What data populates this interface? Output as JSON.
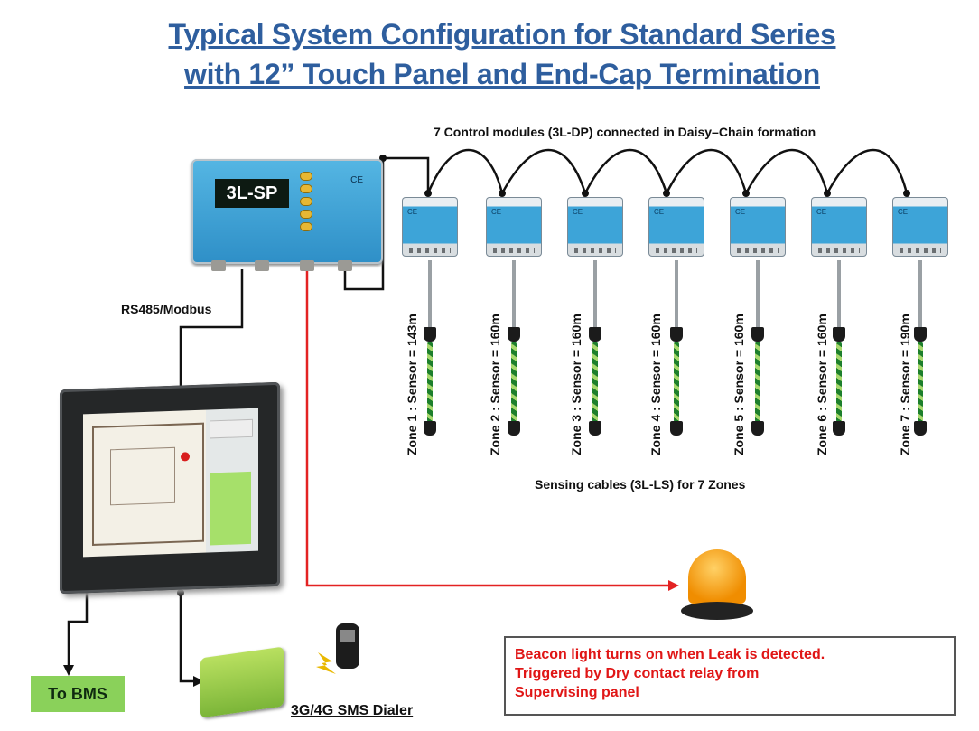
{
  "header": {
    "title_line1": "Typical System Configuration for Standard Series",
    "title_line2": "with 12” Touch Panel and End-Cap Termination"
  },
  "labels": {
    "control_modules": "7 Control modules (3L-DP) connected in Daisy–Chain formation",
    "rs485": "RS485/Modbus",
    "sensing_cables": "Sensing cables (3L-LS)  for 7 Zones",
    "supervising_panel_screen": "3L-SP",
    "to_bms": "To BMS",
    "sms_dialer": "3G/4G SMS Dialer"
  },
  "zones": [
    {
      "label": "Zone  1 : Sensor = 143m"
    },
    {
      "label": "Zone  2 : Sensor = 160m"
    },
    {
      "label": "Zone  3 : Sensor = 160m"
    },
    {
      "label": "Zone  4 : Sensor = 160m"
    },
    {
      "label": "Zone  5 : Sensor = 160m"
    },
    {
      "label": "Zone  6 : Sensor = 160m"
    },
    {
      "label": "Zone  7 : Sensor = 190m"
    }
  ],
  "beacon_note": {
    "line1": "Beacon light turns on when Leak is detected.",
    "line2": "Triggered by Dry contact relay from",
    "line3": "Supervising panel"
  },
  "colors": {
    "title": "#2e5e9e",
    "alarm_text": "#e01616",
    "alarm_wire": "#e32222",
    "module_blue": "#3da4d8",
    "bms_green": "#8ad15a"
  }
}
